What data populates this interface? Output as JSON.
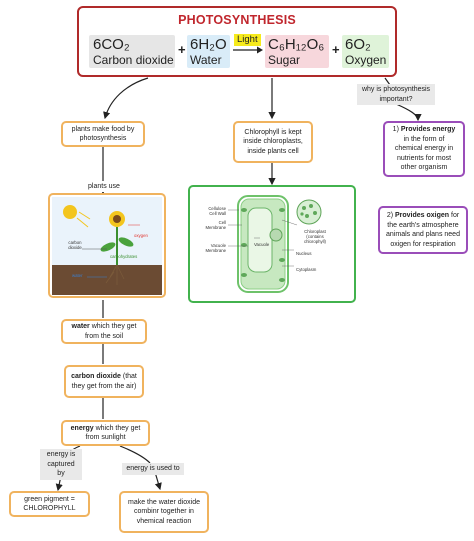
{
  "title": "PHOTOSYNTHESIS",
  "equation": {
    "reactant1": {
      "formula": "6CO₂",
      "name": "Carbon dioxide"
    },
    "plus1": "+",
    "reactant2": {
      "formula": "6H₂O",
      "name": "Water"
    },
    "light": "Light",
    "product1": {
      "formula": "C₆H₁₂O₆",
      "name": "Sugar"
    },
    "plus2": "+",
    "product2": {
      "formula": "6O₂",
      "name": "Oxygen"
    }
  },
  "labels": {
    "why": "why is photosynthesis important?",
    "plants_use": "plants use",
    "energy_captured_by": "energy is captured by",
    "energy_used_to": "energy is used to"
  },
  "nodes": {
    "plants_make_food": "plants make food by photosynthesis",
    "chlorophyll": "Chlorophyll is kept inside chloroplasts, inside plants cell",
    "provides_energy": {
      "bold": "Provides energy",
      "prefix": "1) ",
      "rest": " in the form of chemical energy in nutrients for most other organism"
    },
    "provides_oxygen": {
      "bold": "Provides oxigen",
      "prefix": "2) ",
      "rest": " for the earth's atmosphere animals and plans need oxigen for respiration"
    },
    "water": {
      "bold": "water",
      "rest": " which they get from the soil"
    },
    "carbon_dioxide": {
      "bold": "carbon dioxide",
      "rest": " (that they get from the air)"
    },
    "energy": {
      "bold": "energy",
      "rest": " which they get from sunlight"
    },
    "green_pigment": "green pigment = CHLOROPHYLL",
    "make_water": "make the water dioxide combinr together in vhemical reaction"
  },
  "plant_image": {
    "oxygen": "oxygen",
    "carbon_dioxide": "carbon dioxide",
    "carbohydrates": "carbohydrates",
    "water": "water"
  },
  "cell_image": {
    "cell_wall": "Cellulose Cell Wall",
    "cell_membrane": "Cell Membrane",
    "vacuole_membrane": "Vacuole Membrane",
    "vacuole": "Vacuole",
    "chloroplast": "Chloroplast (contains chlorophyll)",
    "nucleus": "Nucleus",
    "cytoplasm": "Cytoplasm"
  },
  "colors": {
    "title": "#c0262d",
    "title_border": "#b02a2a",
    "orange_border": "#f0b35e",
    "green_border": "#42b24d",
    "purple_border": "#9a4db9",
    "co2_tile": "#e6e6e6",
    "h2o_tile": "#d9ecf8",
    "sugar_tile": "#f7d7dc",
    "o2_tile": "#dff3d9",
    "light": "#f6ea1c"
  }
}
